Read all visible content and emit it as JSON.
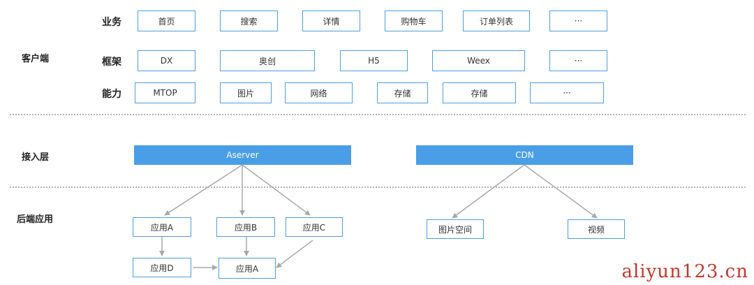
{
  "layers": {
    "client": "客户端",
    "access": "接入层",
    "backend": "后端应用"
  },
  "client_rows": {
    "business": {
      "label": "业务",
      "items": [
        "首页",
        "搜索",
        "详情",
        "购物车",
        "订单列表",
        "···"
      ]
    },
    "framework": {
      "label": "框架",
      "items": [
        "DX",
        "奥创",
        "H5",
        "Weex",
        "···"
      ]
    },
    "capability": {
      "label": "能力",
      "items": [
        "MTOP",
        "图片",
        "网络",
        "存储",
        "存储",
        "···"
      ]
    }
  },
  "access": {
    "aserver": "Aserver",
    "cdn": "CDN"
  },
  "backend": {
    "app_a": "应用A",
    "app_b": "应用B",
    "app_c": "应用C",
    "app_d": "应用D",
    "app_a2": "应用A",
    "image_space": "图片空间",
    "video": "视频"
  },
  "colors": {
    "accent": "#4a9ee8",
    "arrow": "#a9a9a9",
    "divider": "#b5b5b5",
    "watermark": "#c0392b"
  },
  "watermark": "aliyun123.cn"
}
